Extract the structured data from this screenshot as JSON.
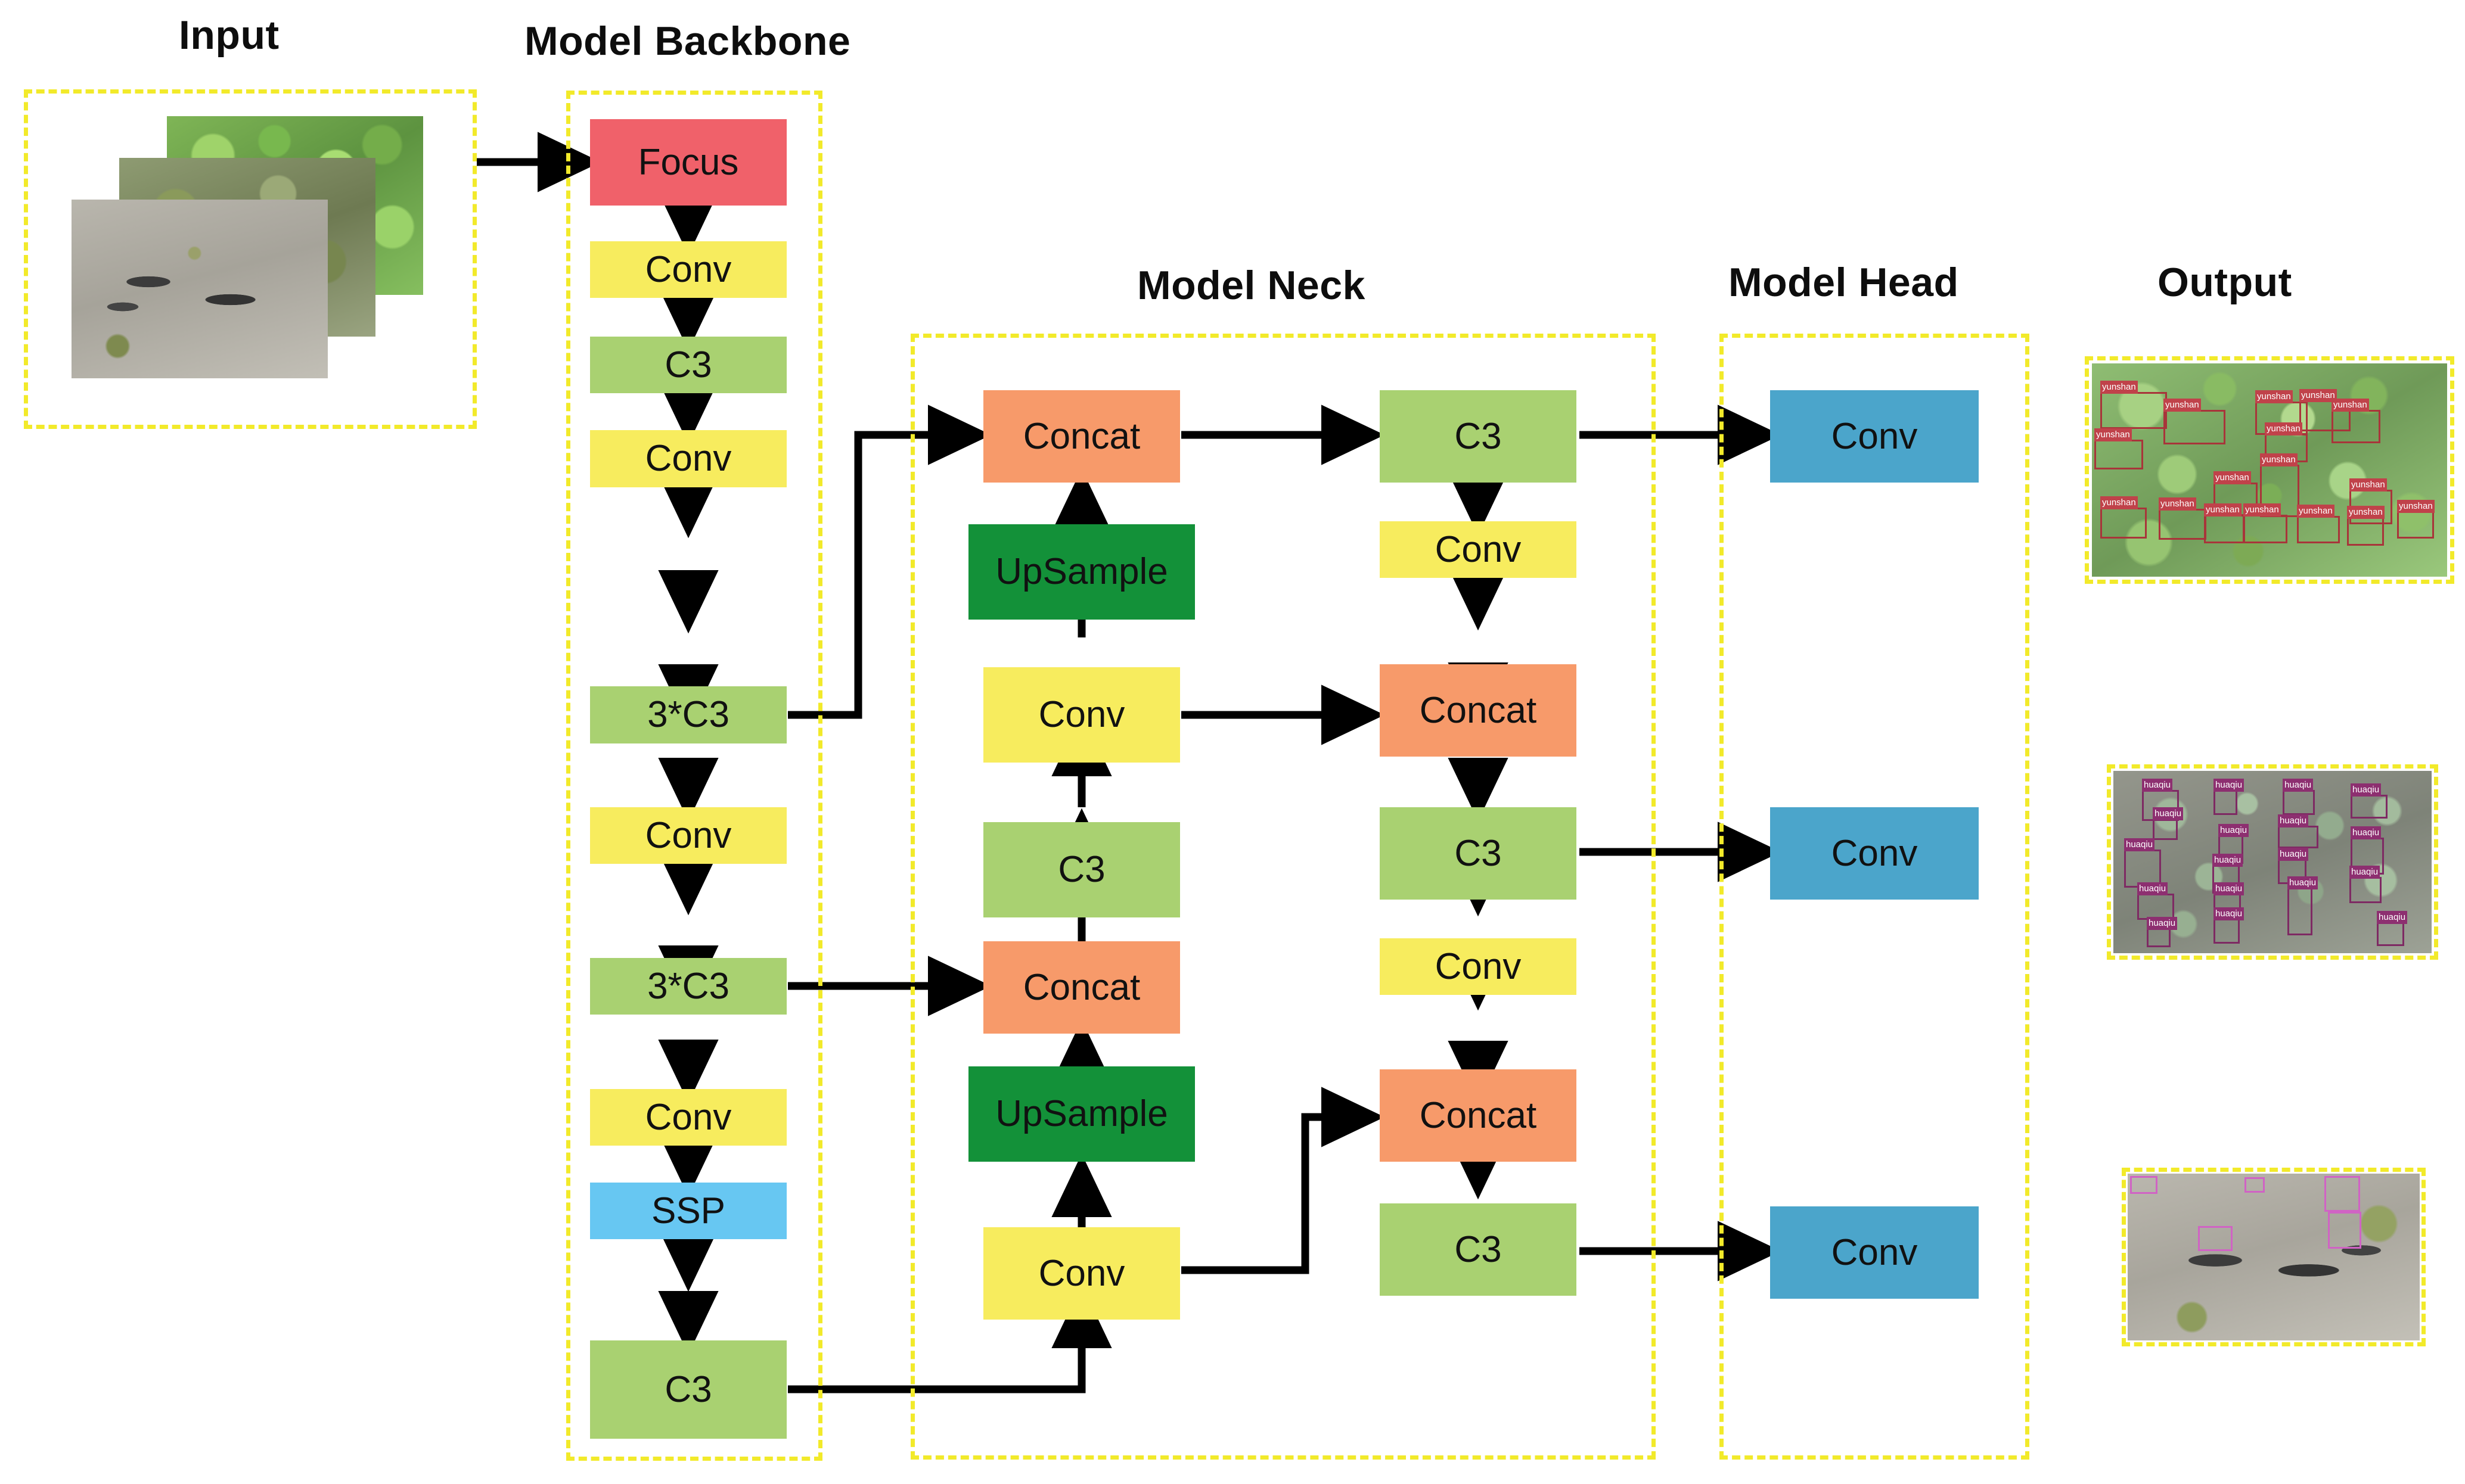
{
  "titles": {
    "input": "Input",
    "backbone": "Model Backbone",
    "neck": "Model Neck",
    "head": "Model Head",
    "output": "Output"
  },
  "colors": {
    "focus": "#f0616a",
    "conv": "#f7ec5e",
    "c3": "#a9d171",
    "ssp": "#67c7f2",
    "concat": "#f79a6a",
    "upsample": "#139139",
    "head_conv": "#4ba5cb",
    "frame_dashed": "#f2ea2a",
    "arrow": "#000000"
  },
  "backbone": {
    "nodes": [
      {
        "label": "Focus",
        "type": "focus"
      },
      {
        "label": "Conv",
        "type": "conv"
      },
      {
        "label": "C3",
        "type": "c3"
      },
      {
        "label": "Conv",
        "type": "conv"
      },
      {
        "label": "3*C3",
        "type": "c3"
      },
      {
        "label": "Conv",
        "type": "conv"
      },
      {
        "label": "3*C3",
        "type": "c3"
      },
      {
        "label": "Conv",
        "type": "conv"
      },
      {
        "label": "SSP",
        "type": "ssp"
      },
      {
        "label": "C3",
        "type": "c3"
      }
    ]
  },
  "neck": {
    "left_column": [
      {
        "label": "Concat",
        "type": "concat"
      },
      {
        "label": "UpSample",
        "type": "upsample"
      },
      {
        "label": "Conv",
        "type": "conv"
      },
      {
        "label": "C3",
        "type": "c3"
      },
      {
        "label": "Concat",
        "type": "concat"
      },
      {
        "label": "UpSample",
        "type": "upsample"
      },
      {
        "label": "Conv",
        "type": "conv"
      }
    ],
    "right_column": [
      {
        "label": "C3",
        "type": "c3"
      },
      {
        "label": "Conv",
        "type": "conv"
      },
      {
        "label": "Concat",
        "type": "concat"
      },
      {
        "label": "C3",
        "type": "c3"
      },
      {
        "label": "Conv",
        "type": "conv"
      },
      {
        "label": "Concat",
        "type": "concat"
      },
      {
        "label": "C3",
        "type": "c3"
      }
    ]
  },
  "head": {
    "nodes": [
      {
        "label": "Conv",
        "type": "head_conv"
      },
      {
        "label": "Conv",
        "type": "head_conv"
      },
      {
        "label": "Conv",
        "type": "head_conv"
      }
    ]
  },
  "output": {
    "panels": [
      {
        "scene": "forest",
        "detection_label": "yunshan",
        "box_color": "#a8353a",
        "count": 19
      },
      {
        "scene": "rocky",
        "detection_label": "huaqiu",
        "box_color": "#7e2a63",
        "count": 17
      },
      {
        "scene": "ground",
        "detection_label": "",
        "box_color": "#d063c4",
        "count": 5
      }
    ]
  },
  "input": {
    "image_count": 3,
    "scenes": [
      "green-canopy",
      "mixed-terrain",
      "gravel-ground"
    ]
  }
}
